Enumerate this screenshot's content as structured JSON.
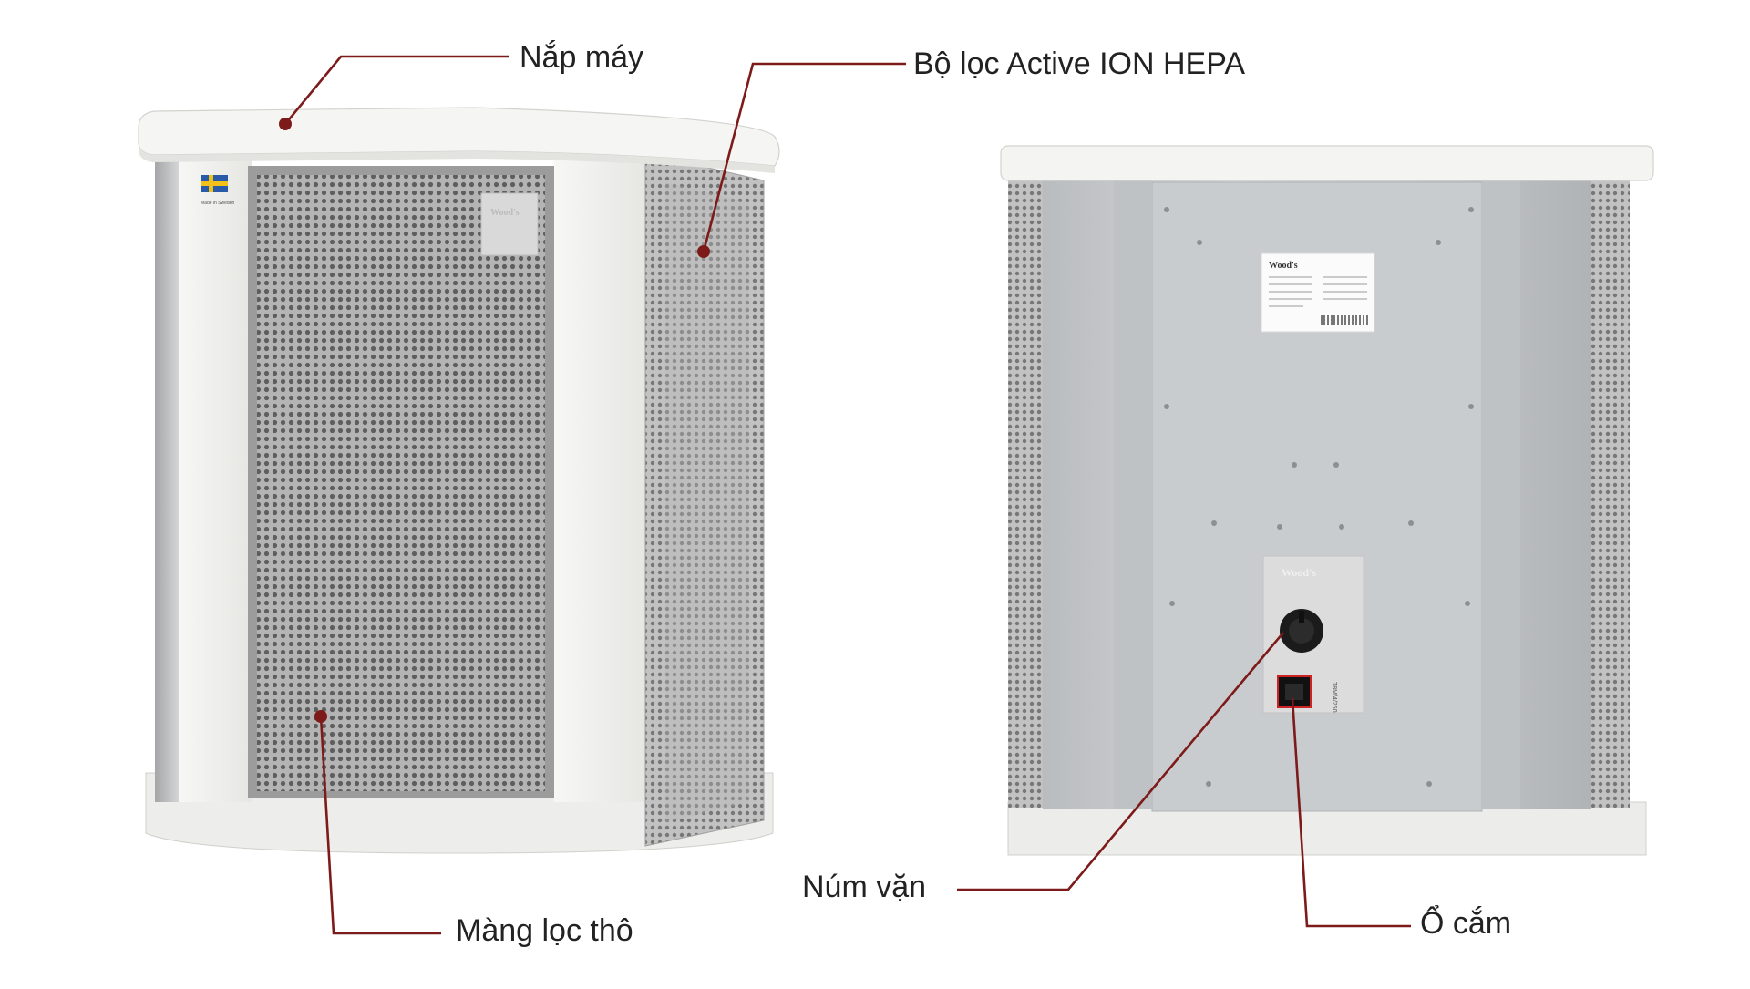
{
  "callouts": {
    "top_cover": "Nắp máy",
    "hepa_filter": "Bộ lọc Active ION HEPA",
    "prefilter": "Màng lọc thô",
    "knob": "Núm vặn",
    "socket": "Ổ cắm"
  },
  "labels": {
    "brand_front_panel": "Wood's",
    "brand_rear_label": "Wood's",
    "made_in": "Made in Sweden",
    "power_code": "T8M/4/250"
  },
  "colors": {
    "callout_line": "#7d1a1a",
    "callout_text": "#222222",
    "body_white": "#f3f3f1",
    "perforated_grey": "#9a9a9a",
    "sheet_metal": "#c7cacd",
    "sweden_flag_blue": "#2a5ba8",
    "sweden_flag_yellow": "#f2c21b"
  }
}
